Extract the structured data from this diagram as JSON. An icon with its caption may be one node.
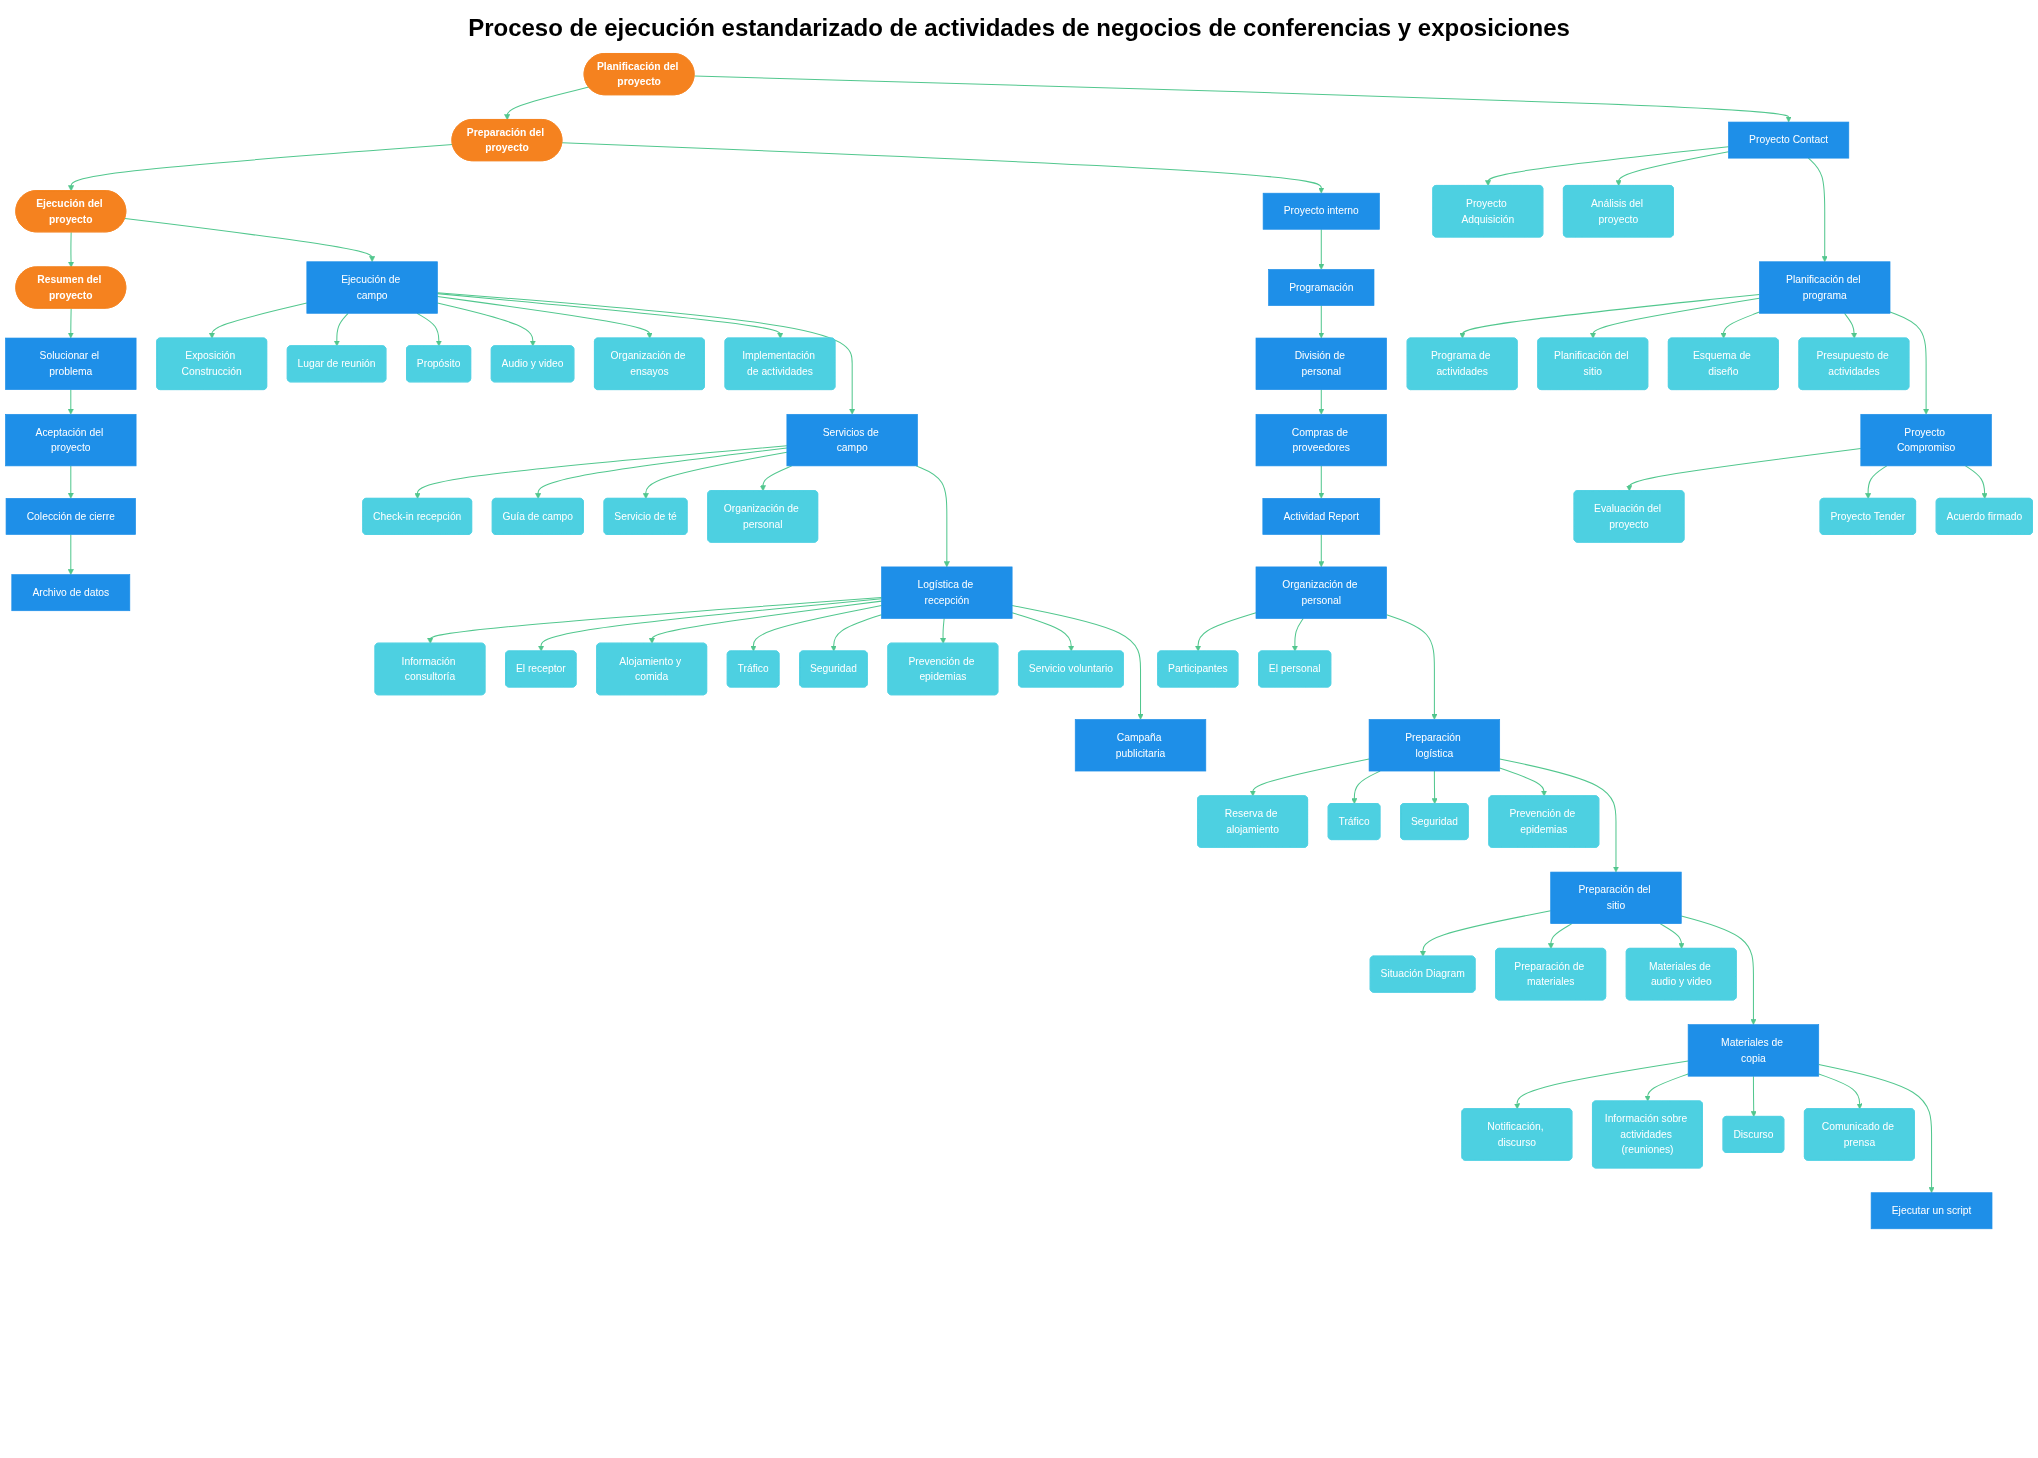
{
  "diagram": {
    "title": "Proceso de ejecución estandarizado de actividades de negocios de conferencias y exposiciones",
    "nodes": [
      {
        "text": [
          "Planificación del proyecto"
        ]
      },
      {
        "text": [
          "Preparación del proyecto"
        ]
      },
      {
        "text": [
          "Ejecución del proyecto"
        ]
      },
      {
        "text": [
          "Resumen del proyecto"
        ]
      },
      {
        "text": [
          "Proyecto Contact"
        ]
      },
      {
        "text": [
          "Proyecto Adquisición"
        ]
      },
      {
        "text": [
          "Análisis del proyecto"
        ]
      },
      {
        "text": [
          "Planificación del programa"
        ]
      },
      {
        "text": [
          "Programa de actividades"
        ]
      },
      {
        "text": [
          "Planificación del sitio"
        ]
      },
      {
        "text": [
          "Esquema de diseño"
        ]
      },
      {
        "text": [
          "Presupuesto de actividades"
        ]
      },
      {
        "text": [
          "Proyecto Compromiso"
        ]
      },
      {
        "text": [
          "Evaluación del proyecto"
        ]
      },
      {
        "text": [
          "Proyecto Tender"
        ]
      },
      {
        "text": [
          "Acuerdo firmado"
        ]
      },
      {
        "text": [
          "Proyecto interno"
        ]
      },
      {
        "text": [
          "Programación"
        ]
      },
      {
        "text": [
          "Compras de proveedores"
        ]
      },
      {
        "text": [
          "División de personal"
        ]
      },
      {
        "text": [
          "Actividad Report"
        ]
      },
      {
        "text": [
          "Organización de personal"
        ]
      },
      {
        "text": [
          "Participantes"
        ]
      },
      {
        "text": [
          "El personal"
        ]
      },
      {
        "text": [
          "Preparación logística"
        ]
      },
      {
        "text": [
          "Reserva de alojamiento"
        ]
      },
      {
        "text": [
          "Tráfico"
        ]
      },
      {
        "text": [
          "Seguridad"
        ]
      },
      {
        "text": [
          "Prevención de epidemias"
        ]
      },
      {
        "text": [
          "Preparación del sitio"
        ]
      },
      {
        "text": [
          "Situación Diagram"
        ]
      },
      {
        "text": [
          "Preparación de materiales"
        ]
      },
      {
        "text": [
          "Materiales de audio y video"
        ]
      },
      {
        "text": [
          "Materiales de copia"
        ]
      },
      {
        "text": [
          "Notificación, discurso"
        ]
      },
      {
        "text": [
          "Información sobre actividades (reuniones)"
        ]
      },
      {
        "text": [
          "Discurso"
        ]
      },
      {
        "text": [
          "Comunicado de prensa"
        ]
      },
      {
        "text": [
          "Ejecutar un script"
        ]
      },
      {
        "text": [
          "Ejecución de campo"
        ]
      },
      {
        "text": [
          "Exposición Construcción"
        ]
      },
      {
        "text": [
          "Lugar de reunión"
        ]
      },
      {
        "text": [
          "Propósito"
        ]
      },
      {
        "text": [
          "Audio y video"
        ]
      },
      {
        "text": [
          "Organización de ensayos"
        ]
      },
      {
        "text": [
          "Implementación de actividades"
        ]
      },
      {
        "text": [
          "Servicios de campo"
        ]
      },
      {
        "text": [
          "Check-in recepción"
        ]
      },
      {
        "text": [
          "Guía de campo"
        ]
      },
      {
        "text": [
          "Servicio de té"
        ]
      },
      {
        "text": [
          "Organización de personal"
        ]
      },
      {
        "text": [
          "Logística de recepción"
        ]
      },
      {
        "text": [
          "Información consultoría"
        ]
      },
      {
        "text": [
          "El receptor"
        ]
      },
      {
        "text": [
          "Alojamiento y comida"
        ]
      },
      {
        "text": [
          "Tráfico"
        ]
      },
      {
        "text": [
          "Seguridad"
        ]
      },
      {
        "text": [
          "Prevención de epidemias"
        ]
      },
      {
        "text": [
          "Servicio voluntario"
        ]
      },
      {
        "text": [
          "Campaña publicitaria"
        ]
      },
      {
        "text": [
          "Solucionar el problema"
        ]
      },
      {
        "text": [
          "Aceptación del proyecto"
        ]
      },
      {
        "text": [
          "Colección de cierre"
        ]
      },
      {
        "text": [
          "Archivo de datos"
        ]
      }
    ],
    "edges": [
      {
        "from": 0,
        "to": 1,
        "arrow": "to"
      },
      {
        "from": 1,
        "to": 2,
        "arrow": "to"
      },
      {
        "from": 2,
        "to": 3,
        "arrow": "to"
      },
      {
        "from": 0,
        "to": 4,
        "arrow": "to"
      },
      {
        "from": 4,
        "to": 5,
        "arrow": "to"
      },
      {
        "from": 4,
        "to": 6,
        "arrow": "to"
      },
      {
        "from": 4,
        "to": 7,
        "arrow": "to"
      },
      {
        "from": 7,
        "to": 8,
        "arrow": "to"
      },
      {
        "from": 7,
        "to": 9,
        "arrow": "to"
      },
      {
        "from": 7,
        "to": 10,
        "arrow": "to"
      },
      {
        "from": 7,
        "to": 11,
        "arrow": "to"
      },
      {
        "from": 7,
        "to": 12,
        "arrow": "to"
      },
      {
        "from": 12,
        "to": 13,
        "arrow": "to"
      },
      {
        "from": 12,
        "to": 14,
        "arrow": "to"
      },
      {
        "from": 12,
        "to": 15,
        "arrow": "to"
      },
      {
        "from": 1,
        "to": 16,
        "arrow": "to"
      },
      {
        "from": 16,
        "to": 17,
        "arrow": "to"
      },
      {
        "from": 17,
        "to": 19,
        "arrow": "to"
      },
      {
        "from": 19,
        "to": 18,
        "arrow": "to"
      },
      {
        "from": 18,
        "to": 20,
        "arrow": "to"
      },
      {
        "from": 20,
        "to": 21,
        "arrow": "to"
      },
      {
        "from": 21,
        "to": 22,
        "arrow": "to"
      },
      {
        "from": 21,
        "to": 23,
        "arrow": "to"
      },
      {
        "from": 21,
        "to": 24,
        "arrow": "to"
      },
      {
        "from": 24,
        "to": 25,
        "arrow": "to"
      },
      {
        "from": 24,
        "to": 26,
        "arrow": "to"
      },
      {
        "from": 24,
        "to": 27,
        "arrow": "to"
      },
      {
        "from": 24,
        "to": 28,
        "arrow": "to"
      },
      {
        "from": 24,
        "to": 29,
        "arrow": "to"
      },
      {
        "from": 29,
        "to": 30,
        "arrow": "to"
      },
      {
        "from": 29,
        "to": 31,
        "arrow": "to"
      },
      {
        "from": 29,
        "to": 32,
        "arrow": "to"
      },
      {
        "from": 29,
        "to": 33,
        "arrow": "to"
      },
      {
        "from": 33,
        "to": 34,
        "arrow": "to"
      },
      {
        "from": 33,
        "to": 35,
        "arrow": "to"
      },
      {
        "from": 33,
        "to": 36,
        "arrow": "to"
      },
      {
        "from": 33,
        "to": 37,
        "arrow": "to"
      },
      {
        "from": 33,
        "to": 38,
        "arrow": "to"
      },
      {
        "from": 2,
        "to": 39,
        "arrow": "to"
      },
      {
        "from": 39,
        "to": 40,
        "arrow": "to"
      },
      {
        "from": 39,
        "to": 41,
        "arrow": "to"
      },
      {
        "from": 39,
        "to": 42,
        "arrow": "to"
      },
      {
        "from": 39,
        "to": 43,
        "arrow": "to"
      },
      {
        "from": 39,
        "to": 44,
        "arrow": "to"
      },
      {
        "from": 39,
        "to": 45,
        "arrow": "to"
      },
      {
        "from": 39,
        "to": 46,
        "arrow": "to"
      },
      {
        "from": 46,
        "to": 47,
        "arrow": "to"
      },
      {
        "from": 46,
        "to": 48,
        "arrow": "to"
      },
      {
        "from": 46,
        "to": 49,
        "arrow": "to"
      },
      {
        "from": 46,
        "to": 50,
        "arrow": "to"
      },
      {
        "from": 46,
        "to": 51,
        "arrow": "to"
      },
      {
        "from": 51,
        "to": 52,
        "arrow": "to"
      },
      {
        "from": 51,
        "to": 53,
        "arrow": "to"
      },
      {
        "from": 51,
        "to": 54,
        "arrow": "to"
      },
      {
        "from": 51,
        "to": 55,
        "arrow": "to"
      },
      {
        "from": 51,
        "to": 56,
        "arrow": "to"
      },
      {
        "from": 51,
        "to": 57,
        "arrow": "to"
      },
      {
        "from": 51,
        "to": 58,
        "arrow": "to"
      },
      {
        "from": 51,
        "to": 59,
        "arrow": "to"
      },
      {
        "from": 3,
        "to": 60,
        "arrow": "to"
      },
      {
        "from": 60,
        "to": 61,
        "arrow": "to"
      },
      {
        "from": 61,
        "to": 62,
        "arrow": "to"
      },
      {
        "from": 62,
        "to": 63,
        "arrow": "to"
      }
    ]
  }
}
